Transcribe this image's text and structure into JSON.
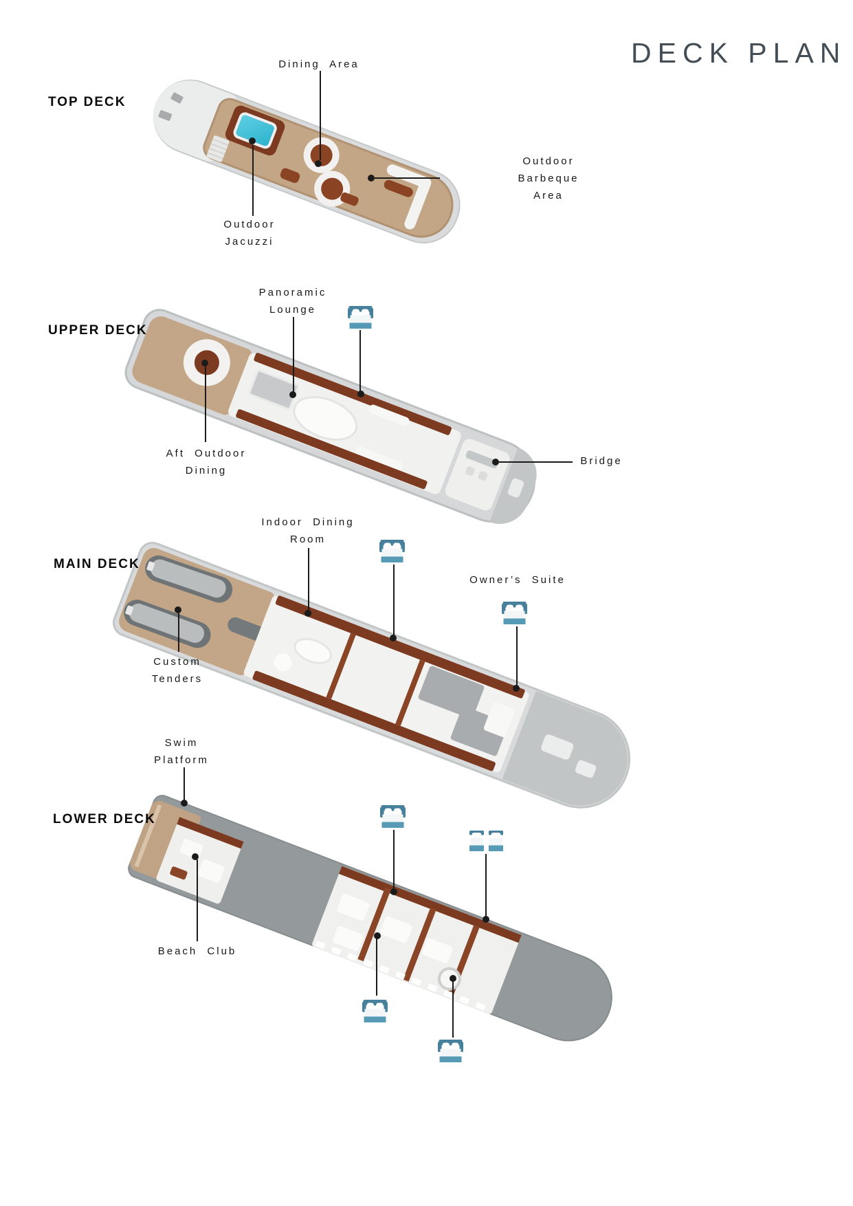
{
  "page": {
    "title": "DECK PLAN"
  },
  "labels": {
    "top_deck": "TOP DECK",
    "upper_deck": "UPPER DECK",
    "main_deck": "MAIN DECK",
    "lower_deck": "LOWER DECK"
  },
  "annotations": {
    "dining_area": {
      "lines": [
        "Dining Area"
      ]
    },
    "outdoor_jacuzzi": {
      "lines": [
        "Outdoor",
        "Jacuzzi"
      ]
    },
    "outdoor_barbeque": {
      "lines": [
        "Outdoor",
        "Barbeque",
        "Area"
      ]
    },
    "panoramic_lounge": {
      "lines": [
        "Panoramic",
        "Lounge"
      ]
    },
    "aft_outdoor_dining": {
      "lines": [
        "Aft Outdoor",
        "Dining"
      ]
    },
    "bridge": {
      "lines": [
        "Bridge"
      ]
    },
    "indoor_dining_room": {
      "lines": [
        "Indoor Dining",
        "Room"
      ]
    },
    "owners_suite": {
      "lines": [
        "Owner’s Suite"
      ]
    },
    "custom_tenders": {
      "lines": [
        "Custom",
        "Tenders"
      ]
    },
    "swim_platform": {
      "lines": [
        "Swim",
        "Platform"
      ]
    },
    "beach_club": {
      "lines": [
        "Beach Club"
      ]
    }
  },
  "icons": {
    "double_bed": "double-bed-icon",
    "twin_beds": "twin-beds-icon"
  },
  "cabin_icons": [
    {
      "deck": "upper",
      "type": "double-bed"
    },
    {
      "deck": "main",
      "type": "double-bed"
    },
    {
      "deck": "main",
      "type": "double-bed"
    },
    {
      "deck": "lower",
      "type": "double-bed"
    },
    {
      "deck": "lower",
      "type": "twin-beds"
    },
    {
      "deck": "lower",
      "type": "double-bed"
    },
    {
      "deck": "lower",
      "type": "double-bed"
    }
  ],
  "colors": {
    "title_text": "#434e56",
    "label_text": "#171717",
    "leader_line": "#1b1b1b",
    "bed_icon_dark": "#47809c",
    "bed_icon_base": "#579ab6",
    "jacuzzi_cyan": "#3cc0d8",
    "deck_teak": "#c3a686",
    "hull_gray": "#d6d8d9",
    "lower_hull_gray": "#949a9b",
    "mahogany": "#7c3a20"
  }
}
